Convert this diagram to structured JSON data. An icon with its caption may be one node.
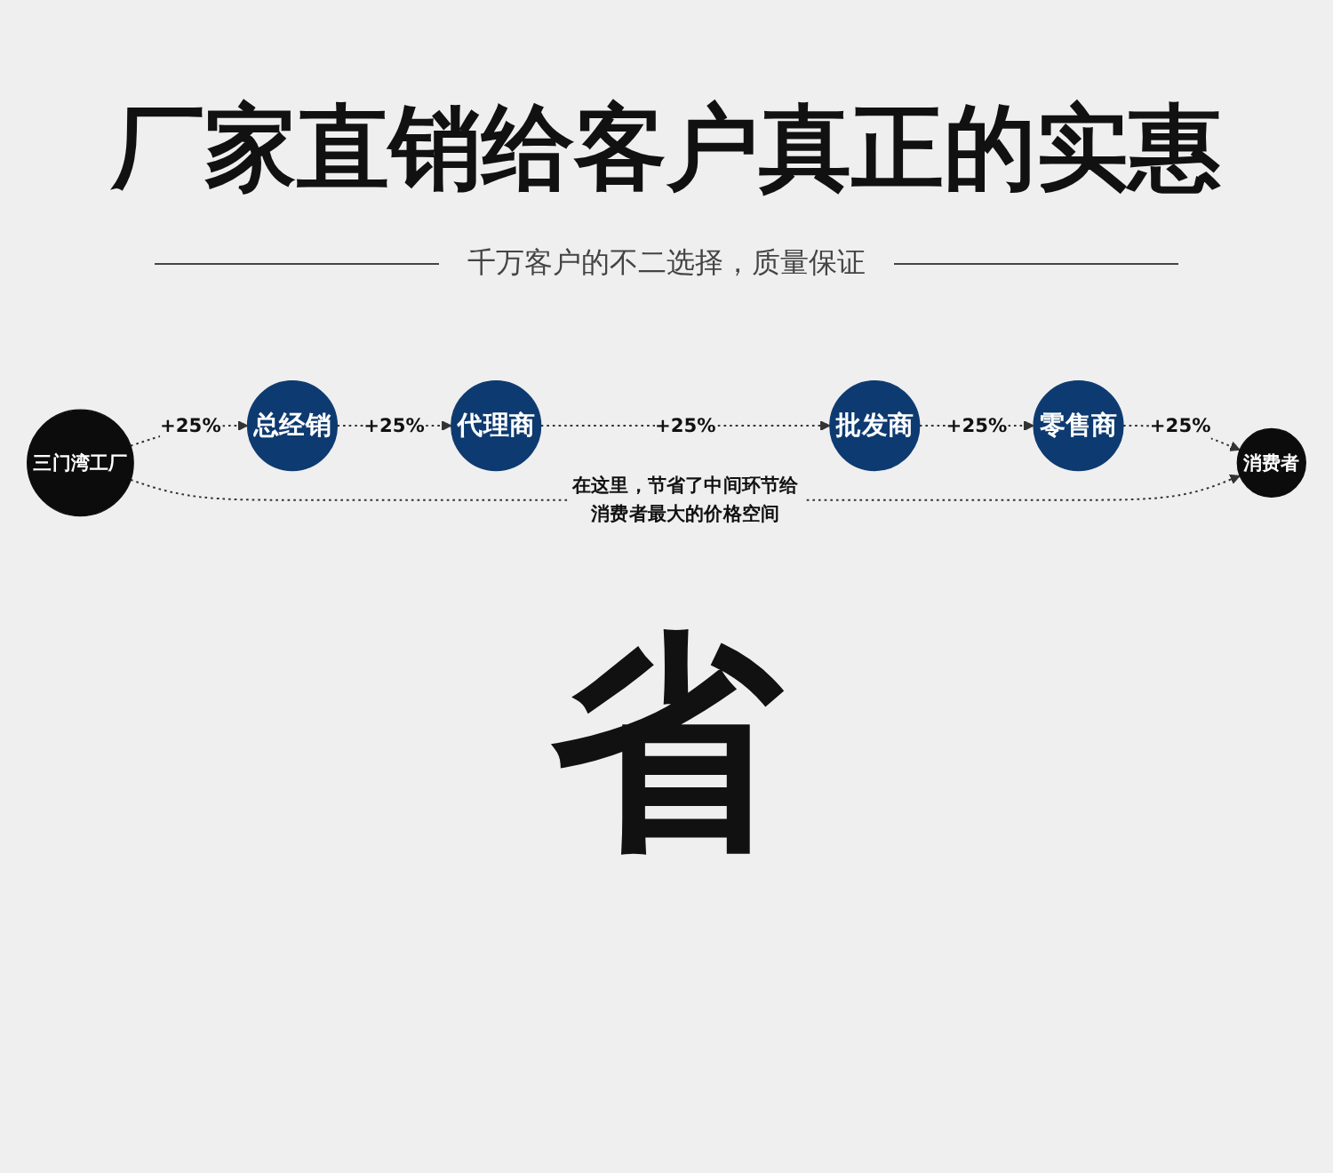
{
  "diagram": {
    "title": "厂家直销给客户真正的实惠",
    "nodes": [
      {
        "text": [
          "三门湾工厂"
        ]
      },
      {
        "text": [
          "总经销"
        ]
      },
      {
        "text": [
          "代理商"
        ]
      },
      {
        "text": [
          "批发商"
        ]
      },
      {
        "text": [
          "零售商"
        ]
      },
      {
        "text": [
          "消费者"
        ]
      }
    ],
    "edges": [
      {
        "from": 0,
        "to": 1,
        "arrow": "to",
        "label": "+25%",
        "style": "dashed"
      },
      {
        "from": 1,
        "to": 2,
        "arrow": "to",
        "label": "+25%",
        "style": "dashed"
      },
      {
        "from": 2,
        "to": 3,
        "arrow": "to",
        "label": "+25%",
        "style": "dashed"
      },
      {
        "from": 3,
        "to": 4,
        "arrow": "to",
        "label": "+25%",
        "style": "dashed"
      },
      {
        "from": 4,
        "to": 5,
        "arrow": "to",
        "label": "+25%",
        "style": "dashed"
      },
      {
        "from": 0,
        "to": 5,
        "arrow": "to",
        "label": "在这里，节省了中间环节给消费者最大的价格空间",
        "style": "dashed"
      }
    ],
    "labels": [
      "千万客户的不二选择，质量保证",
      "省"
    ]
  }
}
